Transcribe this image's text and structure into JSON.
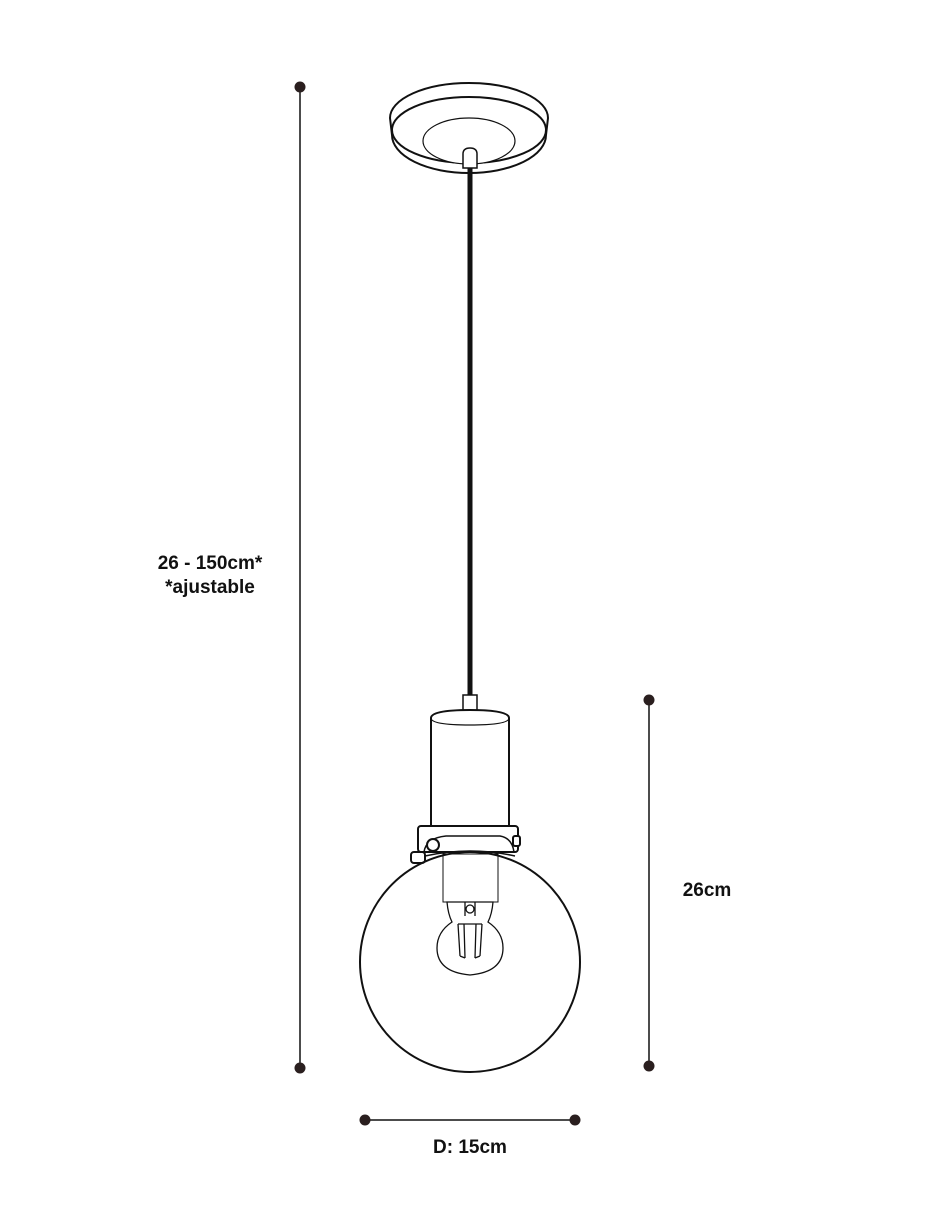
{
  "dimensions": {
    "total_height": "26 - 150cm*",
    "adjustable_note": "*ajustable",
    "lamp_height": "26cm",
    "diameter": "D: 15cm"
  },
  "colors": {
    "stroke": "#111111",
    "dot": "#2a1f1f",
    "background": "#ffffff"
  }
}
